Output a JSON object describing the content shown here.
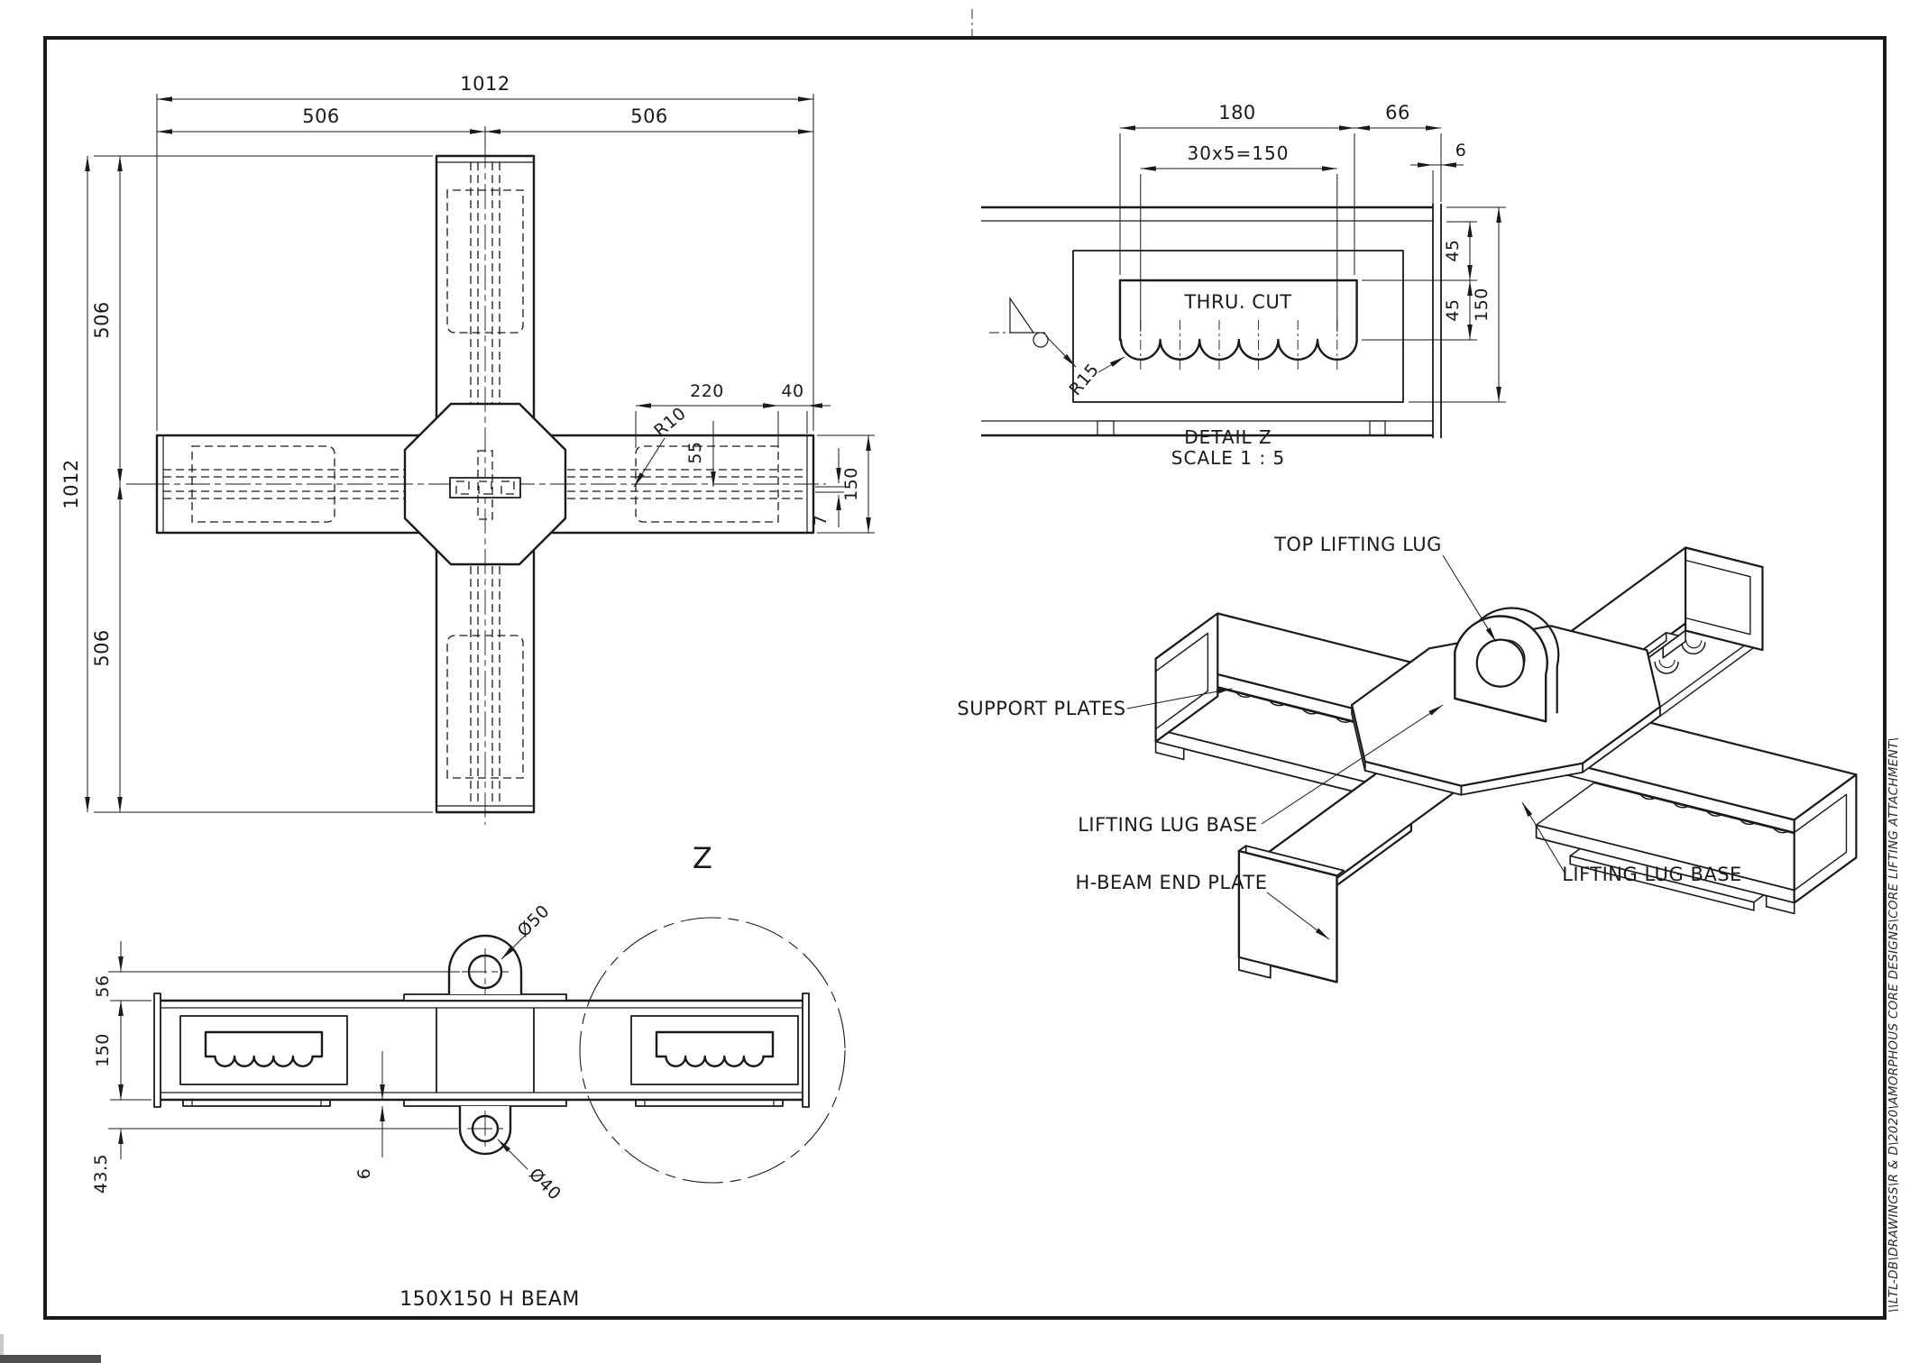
{
  "sheet": {
    "file_path": "\\\\LTL-DB\\DRAWINGS\\R & D\\2020\\AMORPHOUS CORE DESIGNS\\CORE LIFTING ATTACHMENT\\"
  },
  "plan": {
    "overall": "1012",
    "half": "506",
    "lug_plate_len": "220",
    "end_gap": "40",
    "corner_radius": "R10",
    "offset_55": "55",
    "beam_width": "150",
    "web_gap": "7"
  },
  "detail": {
    "title": "DETAIL Z",
    "scale": "SCALE 1 : 5",
    "thru_cut": "THRU. CUT",
    "width_180": "180",
    "right_66": "66",
    "pitch": "30x5=150",
    "plate_6": "6",
    "upper_45": "45",
    "lower_45": "45",
    "height_150": "150",
    "radius": "R15"
  },
  "elevation": {
    "caption": "150X150 H BEAM",
    "detail_mark": "Z",
    "lug_height": "56",
    "beam_height": "150",
    "base_height": "43.5",
    "top_hole": "Ø50",
    "bottom_hole": "Ø40",
    "plate_6": "6"
  },
  "iso": {
    "top_lifting_lug": "TOP LIFTING LUG",
    "support_plates": "SUPPORT PLATES",
    "lifting_lug_base": "LIFTING LUG BASE",
    "h_beam_end_plate": "H-BEAM END PLATE"
  }
}
